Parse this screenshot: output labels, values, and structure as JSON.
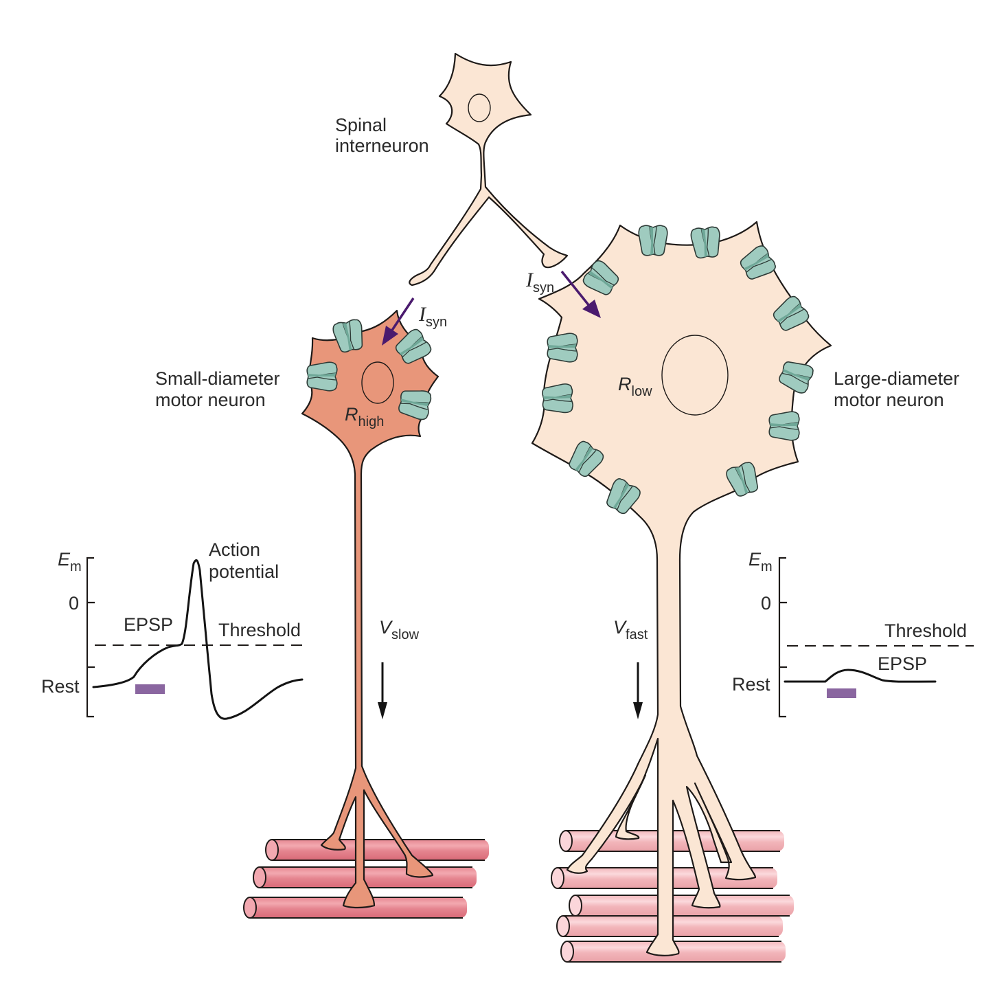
{
  "colors": {
    "interneuron_fill": "#fbe6d4",
    "small_neuron_fill": "#e8967a",
    "large_neuron_fill": "#fbe6d4",
    "channel_fill": "#9fcbbf",
    "channel_dark": "#6fa898",
    "current_arrow": "#4a1a6e",
    "stimulus_bar": "#8a66a0",
    "muscle_small": "#e07a86",
    "muscle_small_light": "#f0a4ac",
    "muscle_large": "#f3b9bd",
    "muscle_large_light": "#fbdadc"
  },
  "labels": {
    "interneuron": [
      "Spinal",
      "interneuron"
    ],
    "small_neuron": [
      "Small-diameter",
      "motor neuron"
    ],
    "large_neuron": [
      "Large-diameter",
      "motor neuron"
    ],
    "isyn_main": "I",
    "isyn_sub": "syn",
    "r_main": "R",
    "r_high_sub": "high",
    "r_low_sub": "low",
    "v_main": "V",
    "v_slow_sub": "slow",
    "v_fast_sub": "fast"
  },
  "graph_left": {
    "axis_label_main": "E",
    "axis_label_sub": "m",
    "zero_label": "0",
    "rest_label": "Rest",
    "epsp_label": "EPSP",
    "threshold_label": "Threshold",
    "ap_label": [
      "Action",
      "potential"
    ]
  },
  "graph_right": {
    "axis_label_main": "E",
    "axis_label_sub": "m",
    "zero_label": "0",
    "rest_label": "Rest",
    "epsp_label": "EPSP",
    "threshold_label": "Threshold"
  }
}
